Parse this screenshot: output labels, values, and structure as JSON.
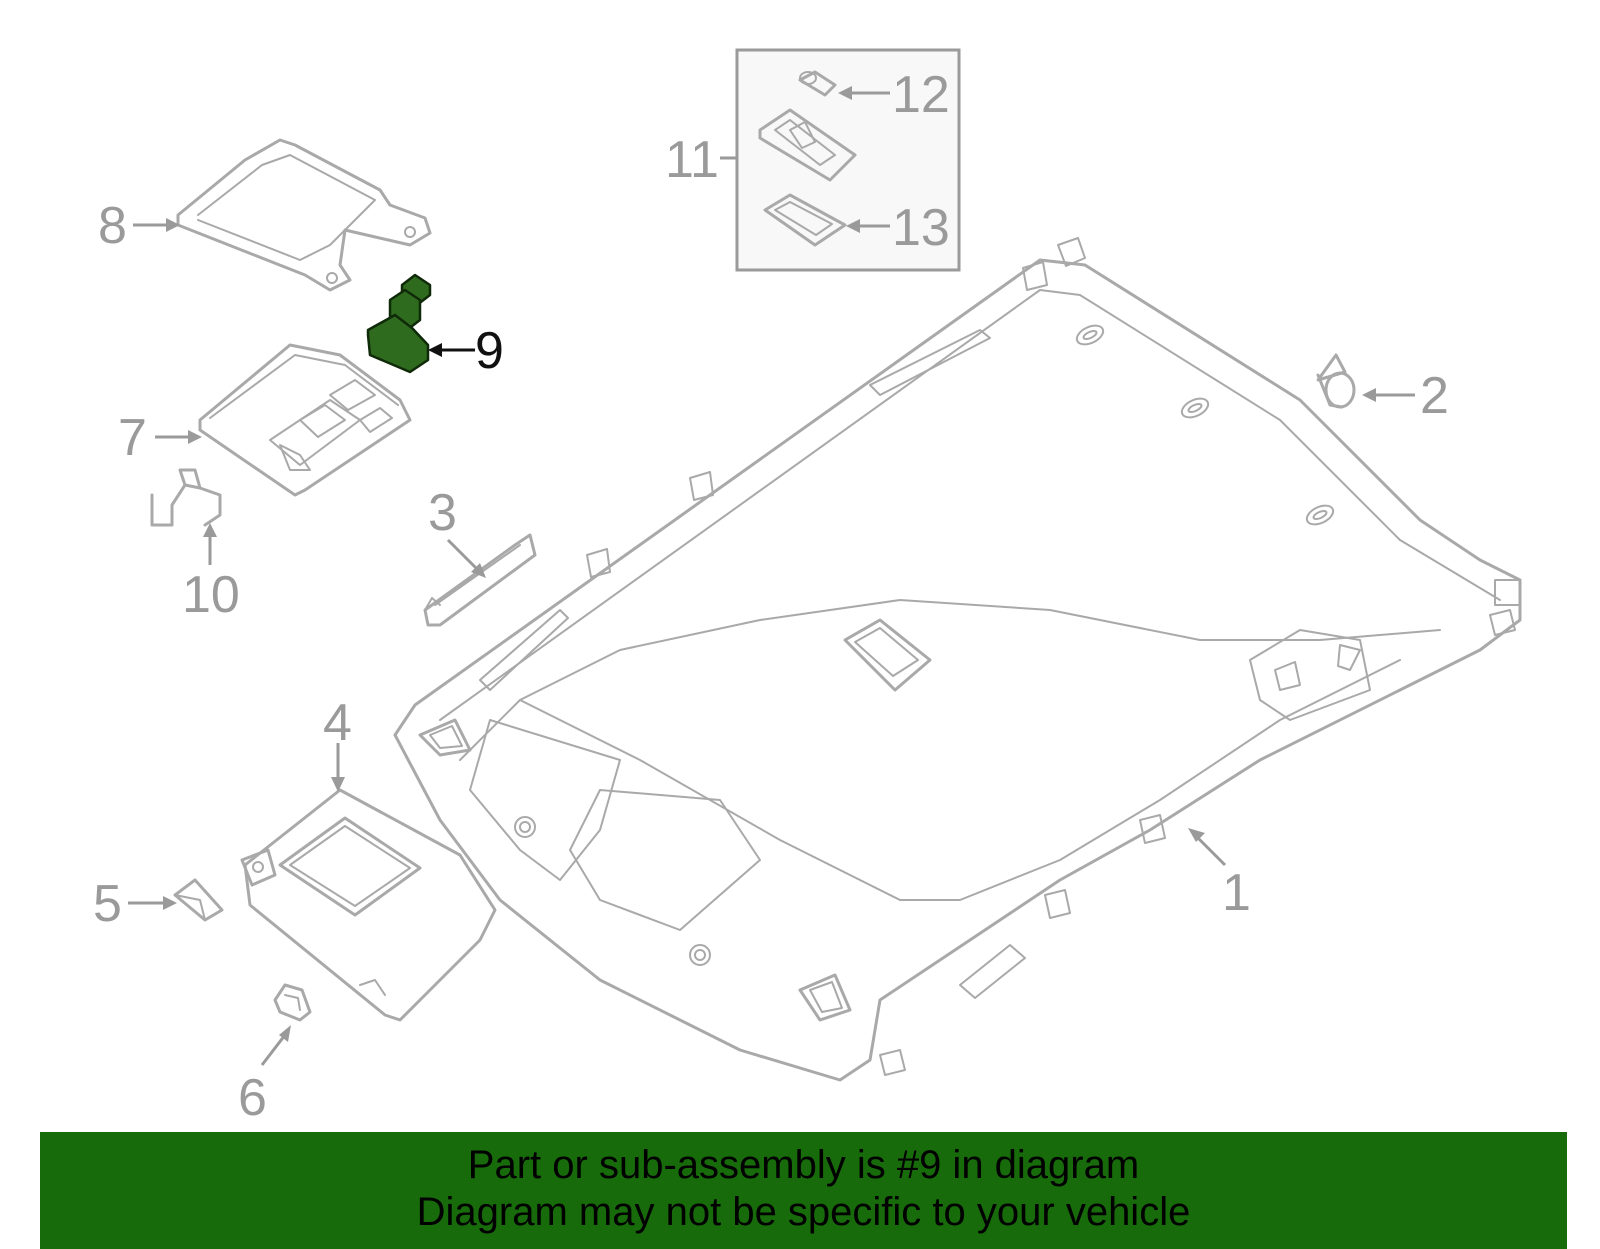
{
  "callouts": {
    "c1": "1",
    "c2": "2",
    "c3": "3",
    "c4": "4",
    "c5": "5",
    "c6": "6",
    "c7": "7",
    "c8": "8",
    "c9": "9",
    "c10": "10",
    "c11": "11",
    "c12": "12",
    "c13": "13"
  },
  "highlighted_part": "9",
  "highlight_color": "#2f6b1e",
  "banner": {
    "line1": "Part or sub-assembly is #9 in diagram",
    "line2": "Diagram may not be specific to your vehicle",
    "background": "#176b0a"
  }
}
